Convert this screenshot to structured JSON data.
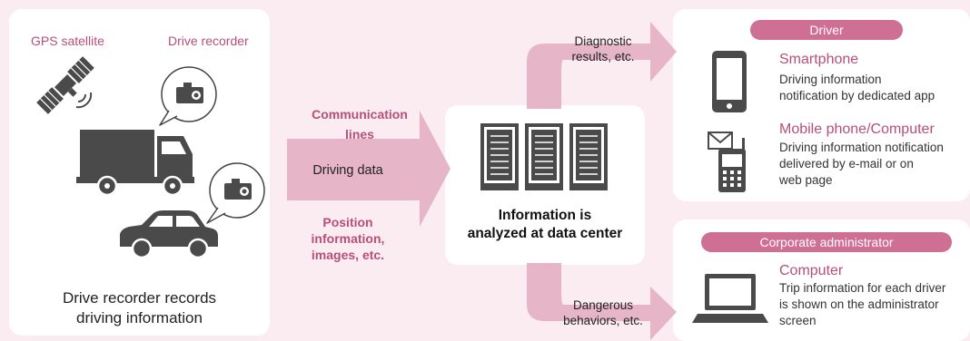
{
  "left_panel": {
    "gps_label": "GPS satellite",
    "recorder_label": "Drive recorder",
    "caption_line1": "Drive recorder records",
    "caption_line2": "driving information"
  },
  "flow": {
    "comm_line1": "Communication",
    "comm_line2": "lines",
    "driving_data": "Driving data",
    "pos_line1": "Position",
    "pos_line2": "information,",
    "pos_line3": "images, etc.",
    "diag_line1": "Diagnostic",
    "diag_line2": "results, etc.",
    "danger_line1": "Dangerous",
    "danger_line2": "behaviors, etc."
  },
  "center": {
    "line1": "Information is",
    "line2": "analyzed at data center"
  },
  "driver_panel": {
    "header": "Driver",
    "smartphone_title": "Smartphone",
    "smartphone_desc1": "Driving information",
    "smartphone_desc2": "notification by dedicated app",
    "mobile_title": "Mobile phone/Computer",
    "mobile_desc1": "Driving information notification",
    "mobile_desc2": "delivered by e-mail or on",
    "mobile_desc3": "web page"
  },
  "admin_panel": {
    "header": "Corporate administrator",
    "computer_title": "Computer",
    "computer_desc1": "Trip information for each driver",
    "computer_desc2": "is shown on the administrator",
    "computer_desc3": "screen"
  },
  "colors": {
    "background": "#fbecf1",
    "arrow": "#e6b6c8",
    "accent": "#b74f78",
    "pill": "#cf6f94",
    "icon": "#4a4a4a"
  }
}
